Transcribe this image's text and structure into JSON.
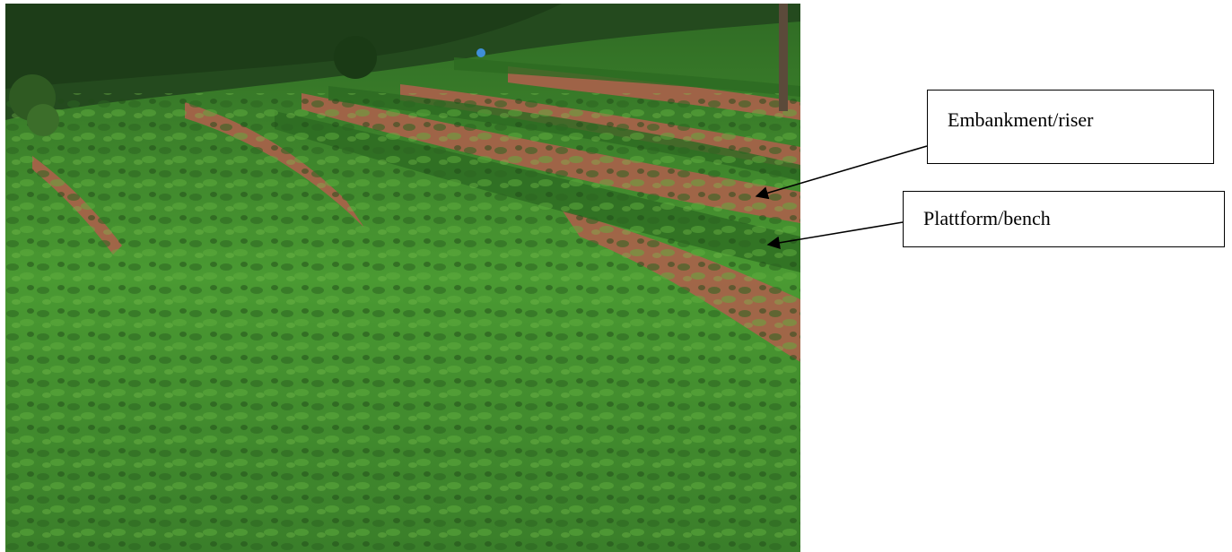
{
  "photo": {
    "subject": "terraced hillside field with crops",
    "colors": {
      "foliage": "#3f8a2e",
      "soil": "#a8624a",
      "dark_foliage": "#244a1e"
    }
  },
  "labels": {
    "embankment": "Embankment/riser",
    "platform": "Plattform/bench"
  }
}
